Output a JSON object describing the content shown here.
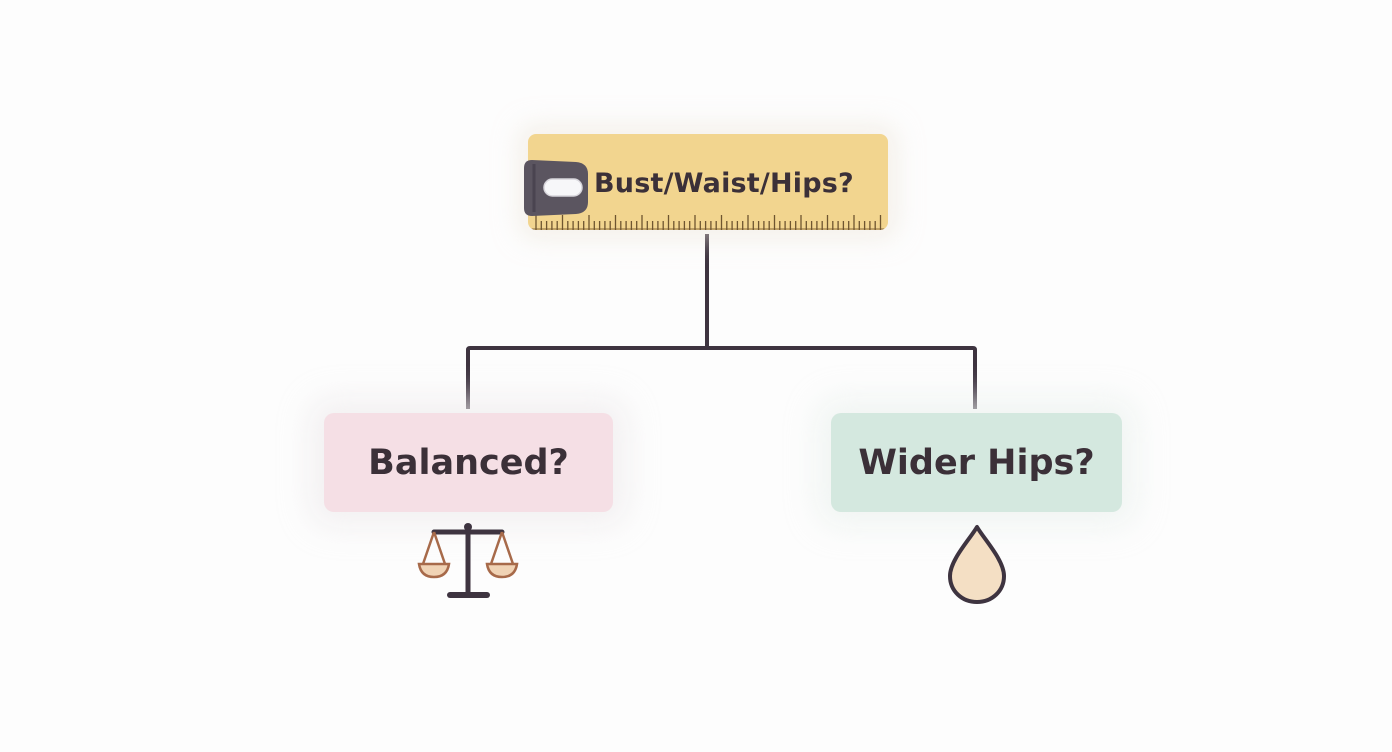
{
  "diagram": {
    "root": {
      "label": "Bust/Waist/Hips?",
      "icon": "measuring-tape-icon",
      "color": "#f2d58f"
    },
    "branches": [
      {
        "label": "Balanced?",
        "icon": "balance-scale-icon",
        "color": "#f5dfe5"
      },
      {
        "label": "Wider Hips?",
        "icon": "water-drop-icon",
        "color": "#d4e8df"
      }
    ],
    "connector_color": "#3e3440"
  }
}
